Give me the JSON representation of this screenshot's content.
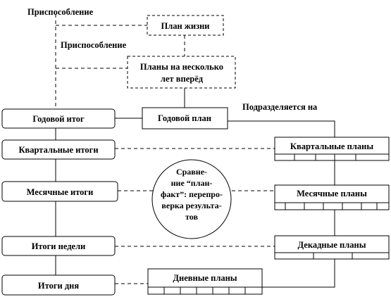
{
  "labels": {
    "adaptation_top": "Приспособление",
    "adaptation_mid": "Приспособление",
    "subdivided": "Подразделяется на"
  },
  "plans": {
    "life": "План жизни",
    "multi_year": [
      "Планы на несколько",
      "лет вперёд"
    ],
    "annual": "Годовой план",
    "quarterly": "Квартальные планы",
    "monthly": "Месячные планы",
    "decade": "Декадные планы",
    "daily": "Дневные планы"
  },
  "results": {
    "annual": "Годовой итог",
    "quarterly": "Квартальные итоги",
    "monthly": "Месячные итоги",
    "weekly": "Итоги недели",
    "daily": "Итоги дня"
  },
  "center": [
    "Сравне-",
    "ние “план-",
    "факт”:  перепро-",
    "верка результа-",
    "тов"
  ]
}
